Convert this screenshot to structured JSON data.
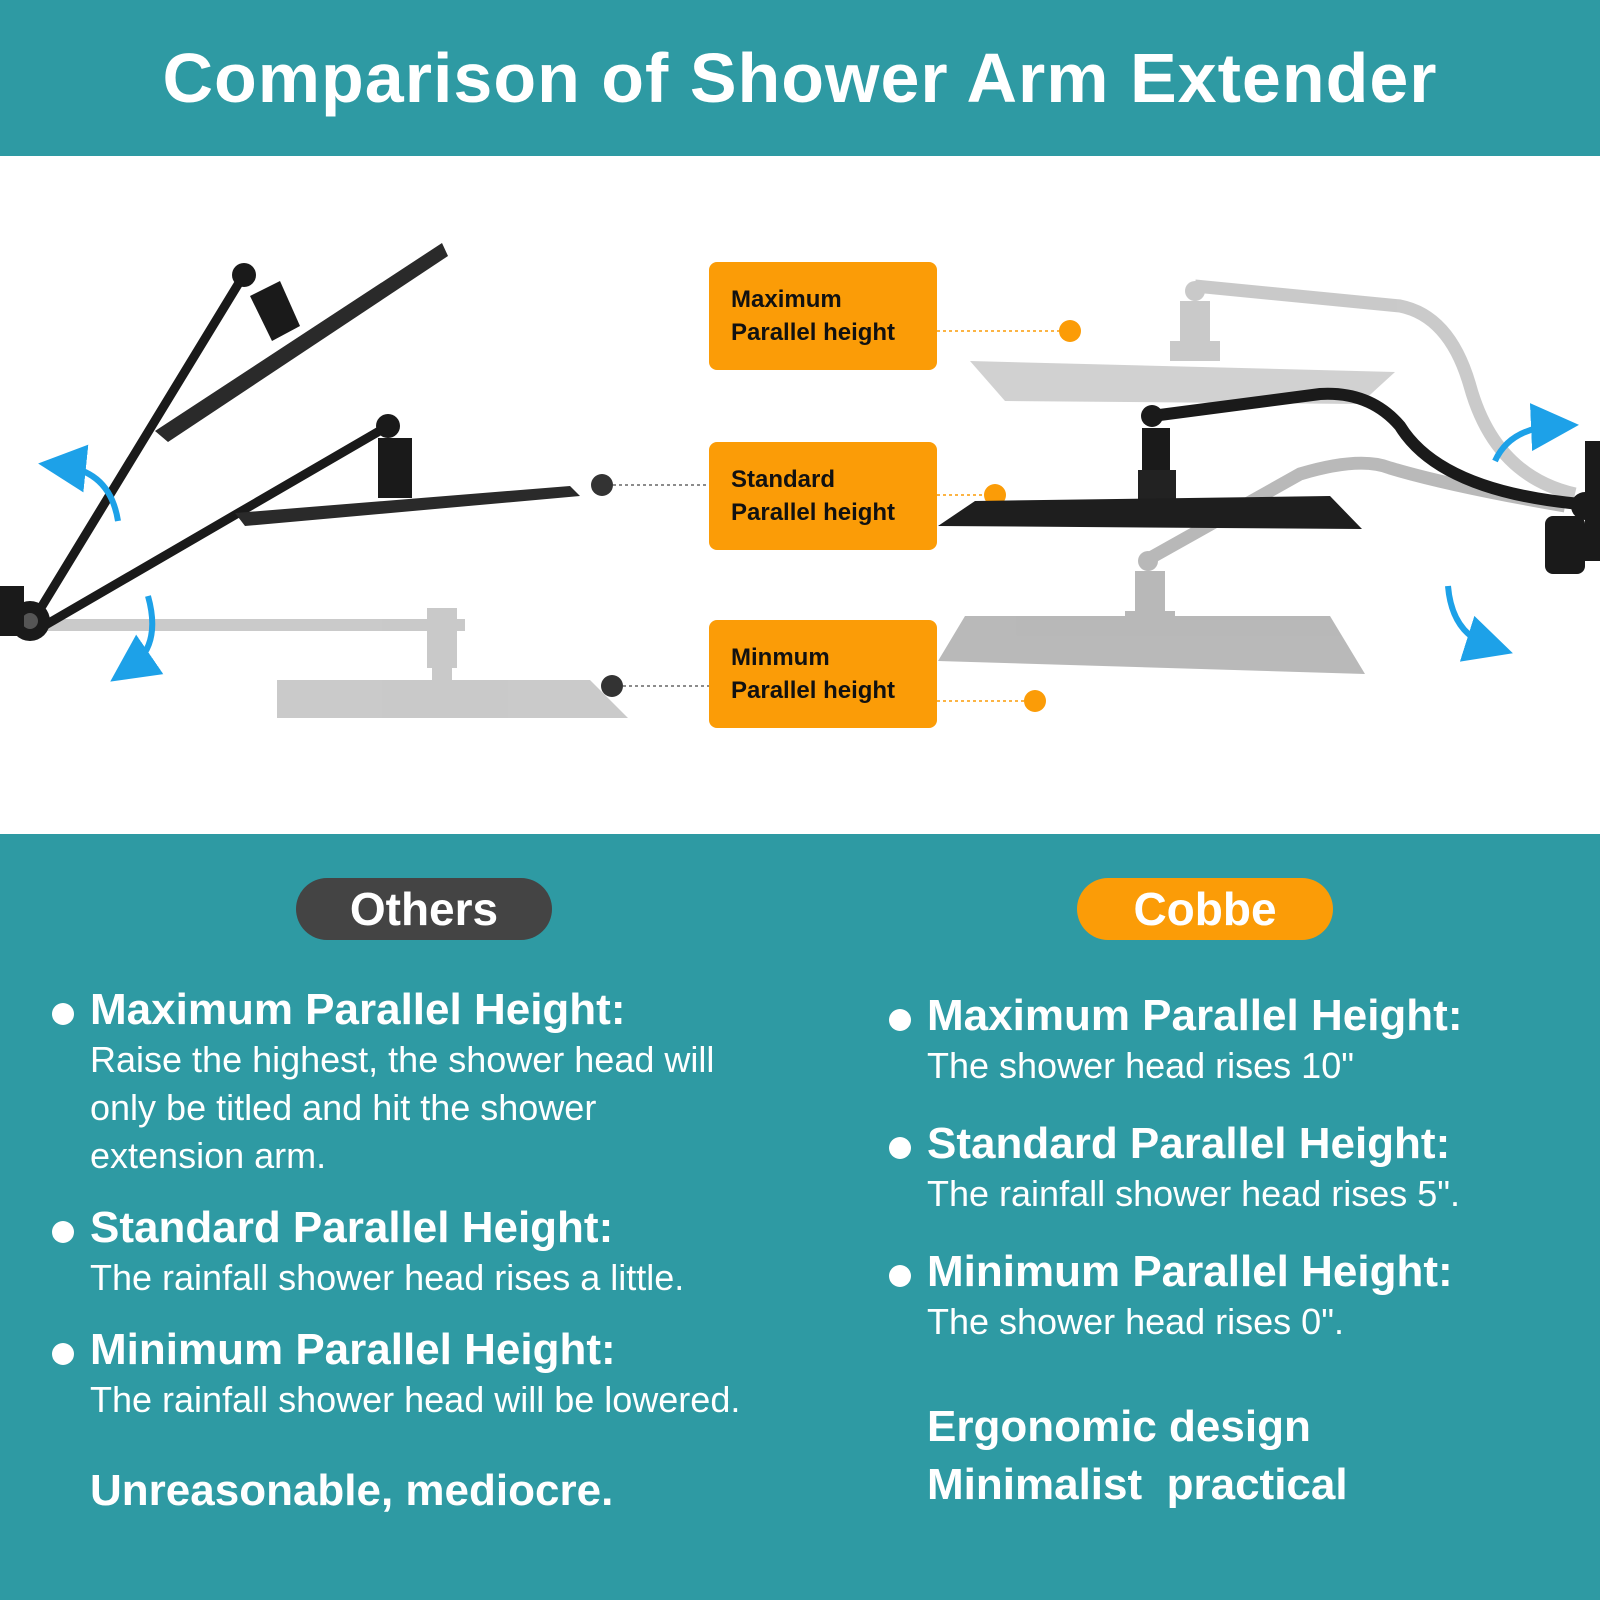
{
  "header": {
    "title": "Comparison of Shower Arm Extender"
  },
  "callouts": [
    {
      "line1": "Maximum",
      "line2": "Parallel height"
    },
    {
      "line1": "Standard",
      "line2": "Parallel height"
    },
    {
      "line1": "Minmum",
      "line2": "Parallel height"
    }
  ],
  "others": {
    "label": "Others",
    "items": [
      {
        "title": "Maximum Parallel Height:",
        "desc": "Raise the highest, the shower head will only be titled and hit the shower extension arm."
      },
      {
        "title": "Standard Parallel Height:",
        "desc": "The rainfall shower head rises a little."
      },
      {
        "title": "Minimum Parallel Height:",
        "desc": "The rainfall shower head will be lowered."
      }
    ],
    "verdict": "Unreasonable, mediocre."
  },
  "cobbe": {
    "label": "Cobbe",
    "items": [
      {
        "title": "Maximum Parallel Height:",
        "desc": "The shower head rises 10\""
      },
      {
        "title": "Standard Parallel Height:",
        "desc": "The rainfall shower head rises 5\"."
      },
      {
        "title": "Minimum Parallel Height:",
        "desc": "The shower head rises 0\"."
      }
    ],
    "verdict_line1": "Ergonomic design",
    "verdict_line2": "Minimalist  practical"
  },
  "colors": {
    "teal": "#2e9aa3",
    "orange": "#fb9c07",
    "dark_pill": "#444444",
    "arrow_blue": "#1da1e8"
  }
}
